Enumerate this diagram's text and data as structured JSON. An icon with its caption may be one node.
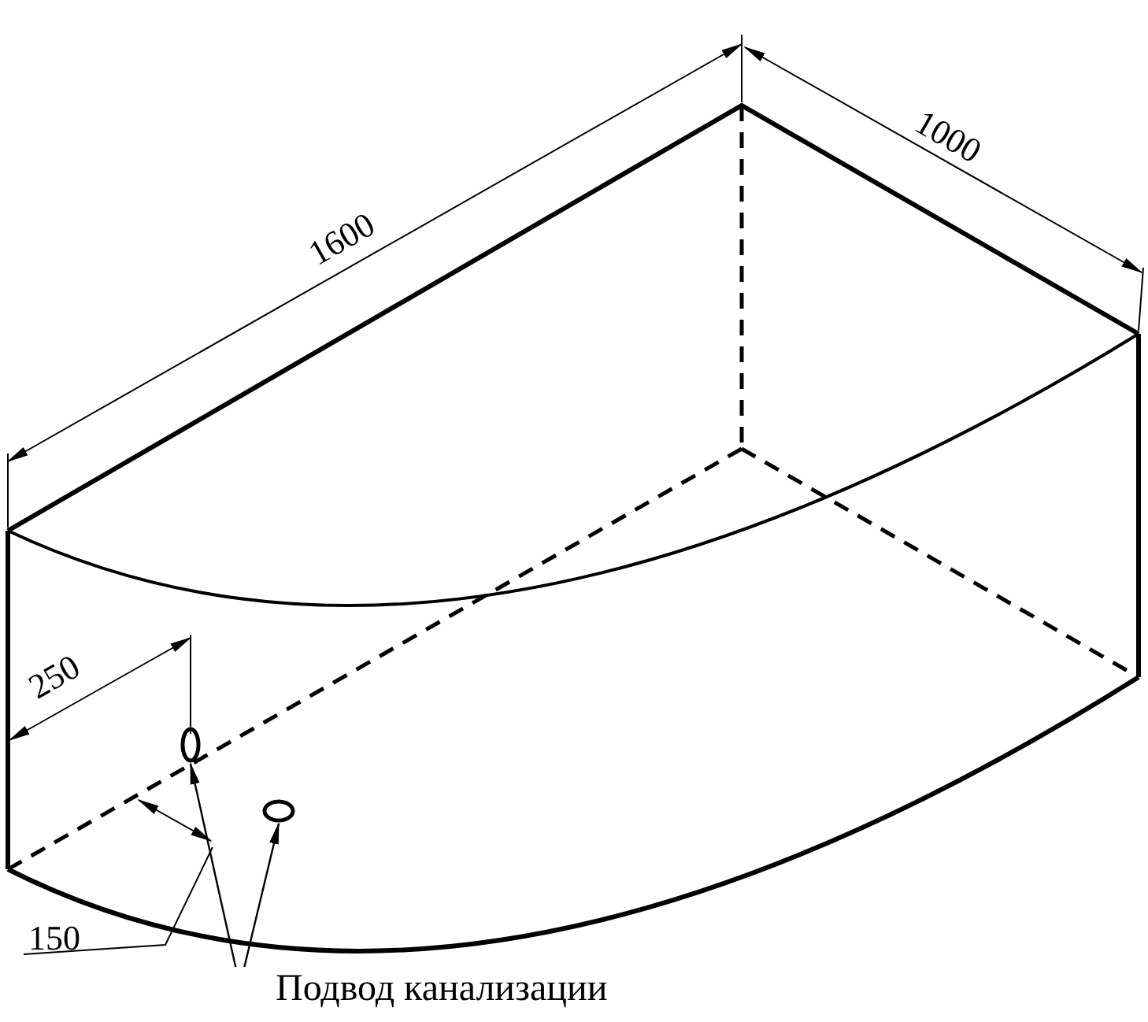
{
  "diagram": {
    "nodes": [
      {
        "text": [
          "Подвод канализации"
        ]
      },
      {
        "text": [],
        "shape": "circle"
      },
      {
        "text": [],
        "shape": "circle"
      }
    ],
    "edges": [
      {
        "from": 0,
        "to": 1,
        "arrow": "to"
      },
      {
        "from": 0,
        "to": 2,
        "arrow": "to"
      }
    ],
    "labels": [
      "1600",
      "1000",
      "250",
      "150"
    ]
  }
}
